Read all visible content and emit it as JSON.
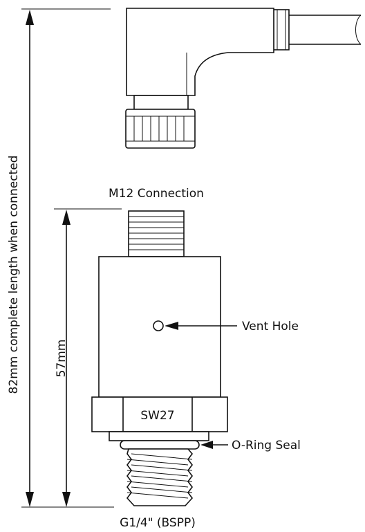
{
  "labels": {
    "overall_length": "82mm complete length when connected",
    "sensor_length": "57mm",
    "connection": "M12 Connection",
    "vent": "Vent Hole",
    "wrench": "SW27",
    "seal": "O-Ring Seal",
    "thread": "G1/4\" (BSPP)"
  },
  "colors": {
    "line": "#111111",
    "background": "#ffffff"
  }
}
